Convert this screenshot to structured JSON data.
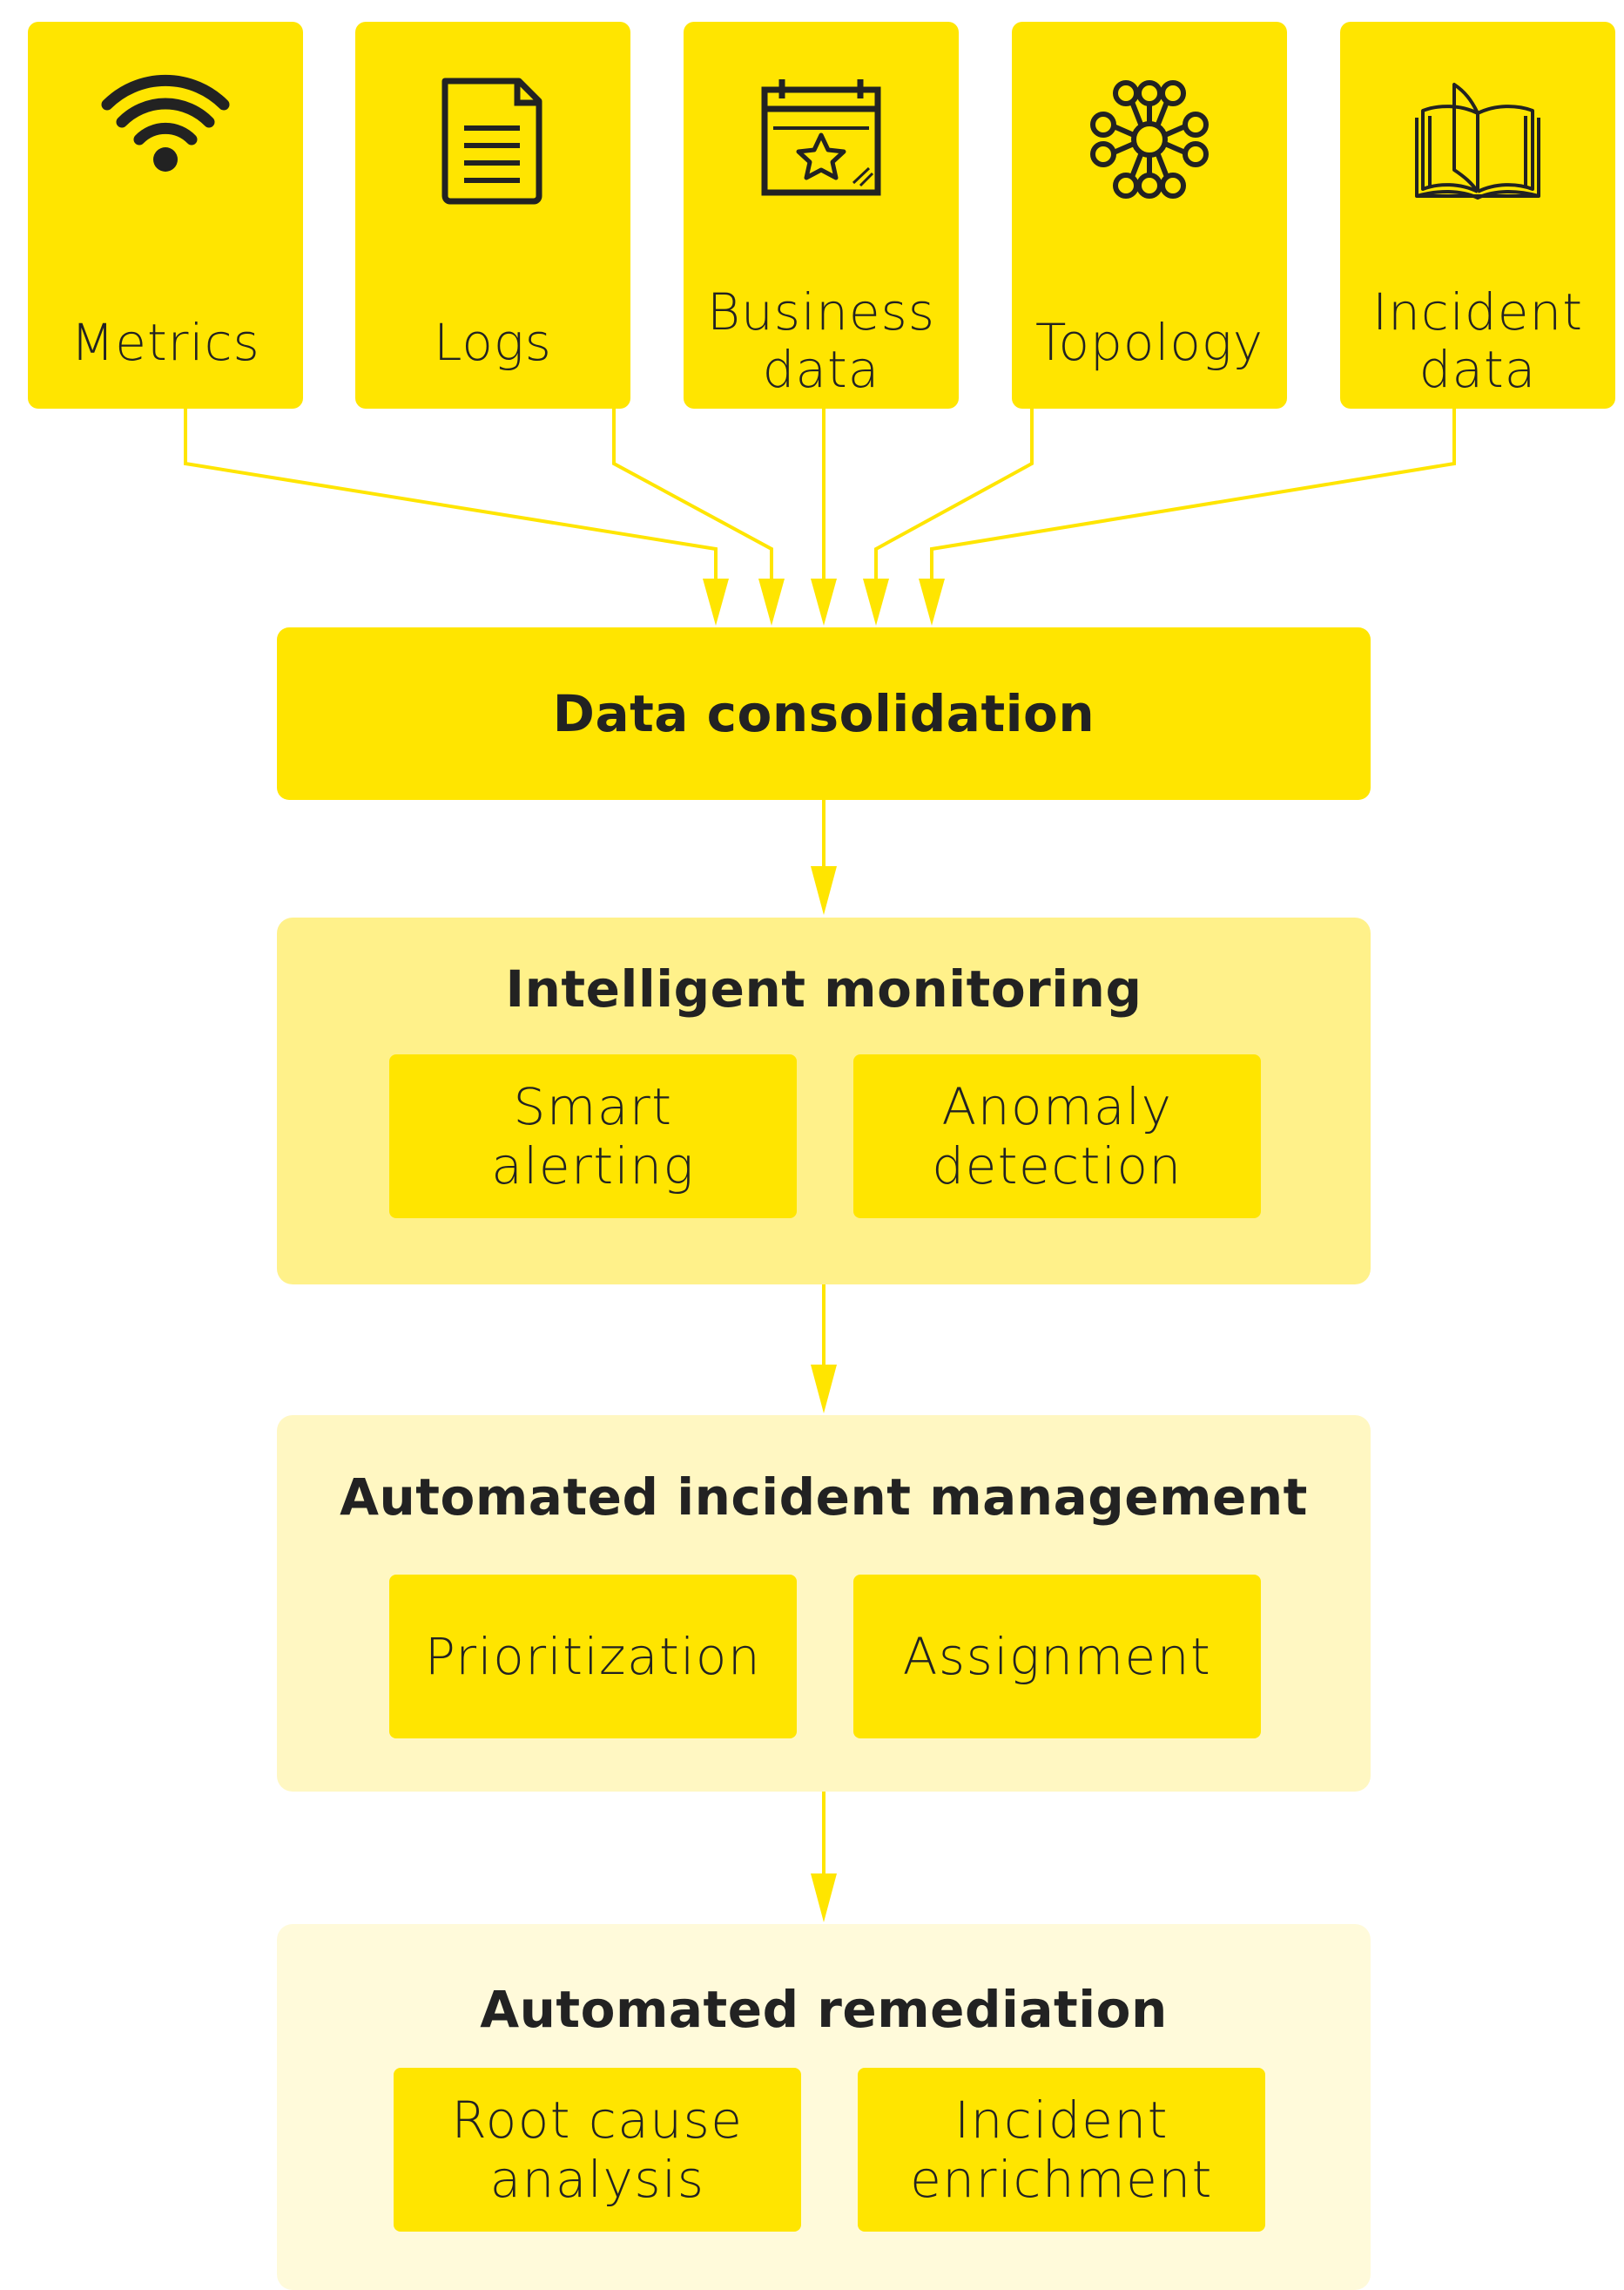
{
  "sources": [
    {
      "label": "Metrics",
      "icon": "wifi-icon"
    },
    {
      "label": "Logs",
      "icon": "document-icon"
    },
    {
      "label": "Business\ndata",
      "icon": "calendar-star-icon"
    },
    {
      "label": "Topology",
      "icon": "network-nodes-icon"
    },
    {
      "label": "Incident\ndata",
      "icon": "open-book-icon"
    }
  ],
  "consolidation": {
    "title": "Data consolidation"
  },
  "intelligent_monitoring": {
    "title": "Intelligent monitoring",
    "items": [
      "Smart\nalerting",
      "Anomaly\ndetection"
    ]
  },
  "incident_management": {
    "title": "Automated incident management",
    "items": [
      "Prioritization",
      "Assignment"
    ]
  },
  "remediation": {
    "title": "Automated remediation",
    "items": [
      "Root cause\nanalysis",
      "Incident\nenrichment"
    ]
  },
  "colors": {
    "primary_yellow": "#FFE500",
    "tint_1": "#FFF18A",
    "tint_2": "#FFF7C2",
    "tint_3": "#FFFADA",
    "text": "#222222"
  }
}
